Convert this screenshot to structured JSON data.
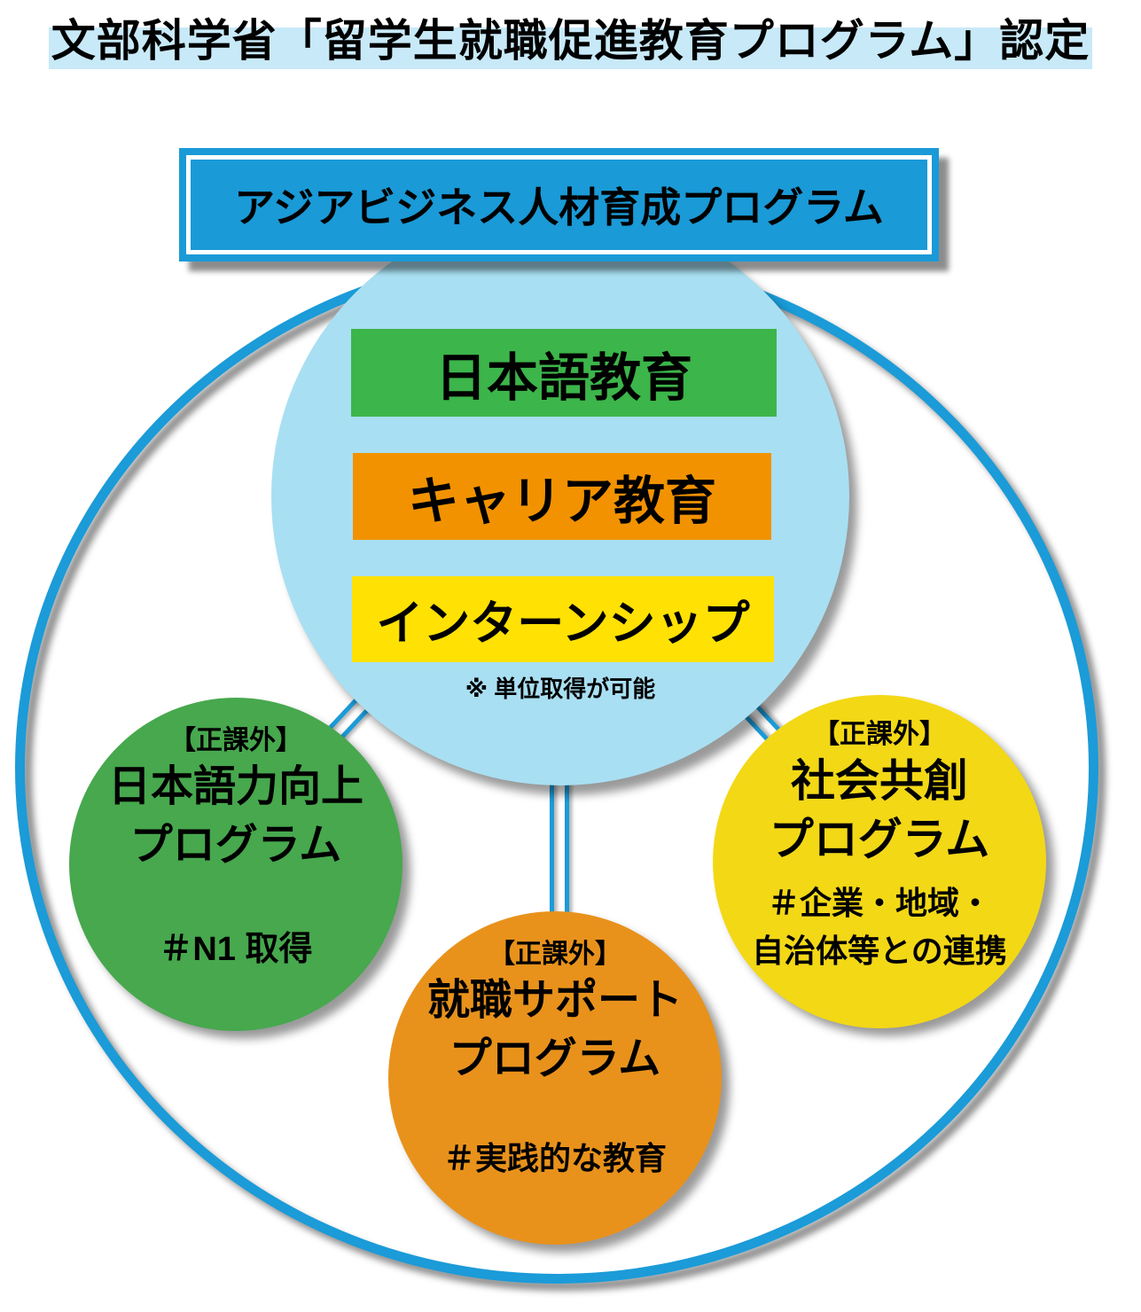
{
  "title": {
    "text": "文部科学省「留学生就職促進教育プログラム」認定"
  },
  "header_box": {
    "label": "アジアビジネス人材育成プログラム",
    "fill_color": "#1A9AD7"
  },
  "central_circle": {
    "color": "#A9DFF2",
    "bars": [
      {
        "label": "日本語教育",
        "color": "#3CB54A"
      },
      {
        "label": "キャリア教育",
        "color": "#F29200"
      },
      {
        "label": "インターンシップ",
        "color": "#FFE103"
      }
    ],
    "note": "※ 単位取得が可能"
  },
  "satellites": {
    "green": {
      "tag": "【正課外】",
      "line1": "日本語力向上",
      "line2": "プログラム",
      "hashtag": "＃N1 取得",
      "color": "#47A84E"
    },
    "orange": {
      "tag": "【正課外】",
      "line1": "就職サポート",
      "line2": "プログラム",
      "hashtag": "＃実践的な教育",
      "color": "#E8921C"
    },
    "yellow": {
      "tag": "【正課外】",
      "line1": "社会共創",
      "line2": "プログラム",
      "hashtag1": "＃企業・地域・",
      "hashtag2": "自治体等との連携",
      "color": "#F3D816"
    }
  },
  "colors": {
    "accent_blue": "#1B9BD8",
    "title_band": "#C8E9F8"
  }
}
